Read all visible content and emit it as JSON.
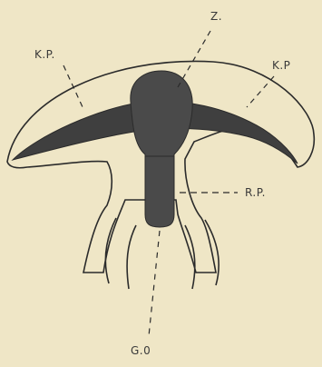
{
  "diagram": {
    "labels": {
      "z": "Z.",
      "kp_left": "K.P.",
      "kp_right": "K.P",
      "rp": "R.P.",
      "go": "G.0"
    },
    "colors": {
      "background": "#efe6c6",
      "ink": "#2b2b2b",
      "fill": "#4a4a4a"
    }
  }
}
